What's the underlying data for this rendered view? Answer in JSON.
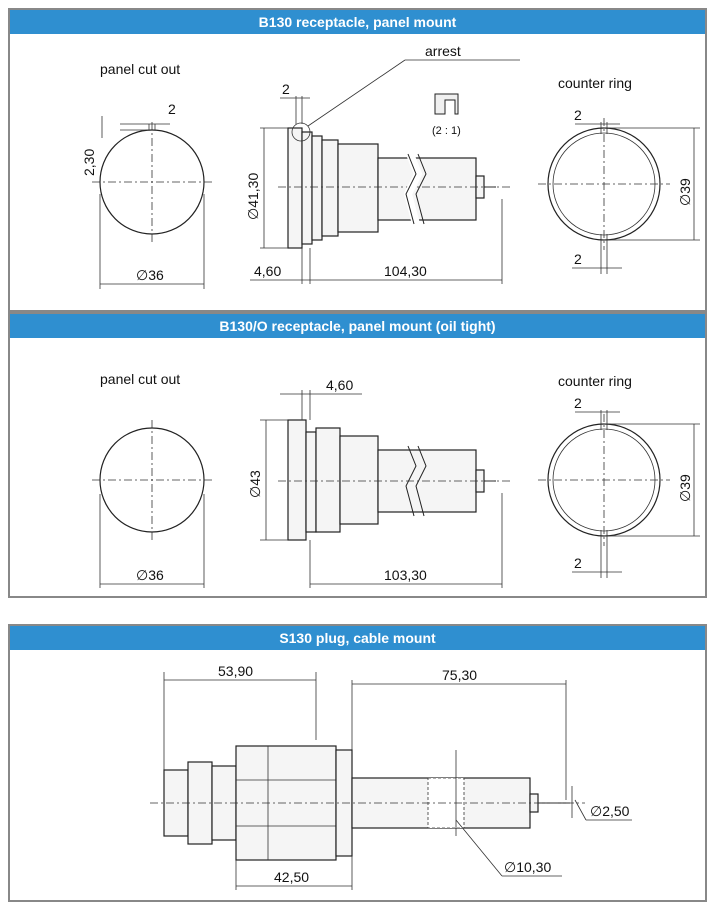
{
  "sections": [
    {
      "header": "B130 receptacle, panel mount",
      "labels": {
        "panel_cut_out": "panel cut out",
        "arrest": "arrest",
        "scale": "(2 : 1)",
        "counter_ring": "counter ring"
      },
      "dims": {
        "cut_width": "2",
        "cut_height": "2,30",
        "cut_dia": "∅36",
        "arrest_width": "2",
        "body_dia": "∅41,30",
        "flange": "4,60",
        "length": "104,30",
        "ring_top": "2",
        "ring_dia": "∅39",
        "ring_bottom": "2"
      }
    },
    {
      "header": "B130/O receptacle, panel mount (oil tight)",
      "labels": {
        "panel_cut_out": "panel cut out",
        "counter_ring": "counter ring"
      },
      "dims": {
        "flange": "4,60",
        "body_dia": "∅43",
        "cut_dia": "∅36",
        "length": "103,30",
        "ring_top": "2",
        "ring_dia": "∅39",
        "ring_bottom": "2"
      }
    },
    {
      "header": "S130 plug, cable mount",
      "dims": {
        "left_len": "53,90",
        "right_len": "75,30",
        "pin_dia": "∅2,50",
        "shaft_dia": "∅10,30",
        "body_len": "42,50"
      }
    }
  ],
  "colors": {
    "header_bg": "#2f8fd0",
    "border": "#888888"
  }
}
